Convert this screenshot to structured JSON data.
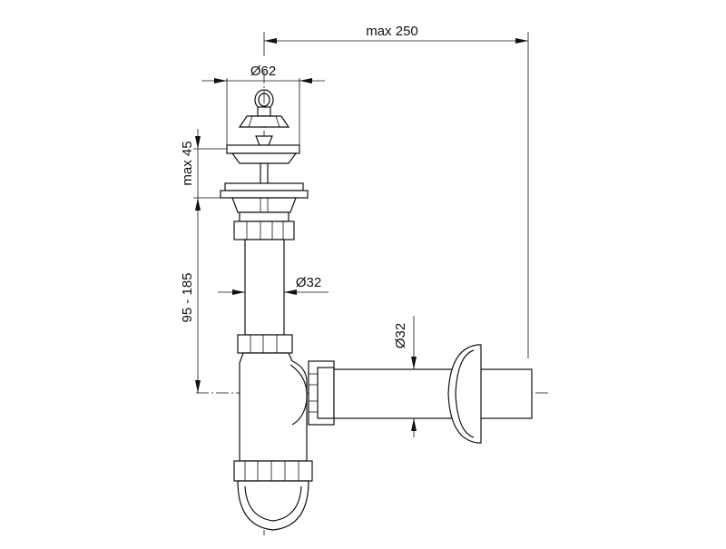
{
  "dimensions": {
    "max_width": "max 250",
    "strainer_diameter": "Ø62",
    "max_height": "max 45",
    "height_range": "95 - 185",
    "vertical_pipe_diameter": "Ø32",
    "outlet_pipe_diameter": "Ø32"
  }
}
